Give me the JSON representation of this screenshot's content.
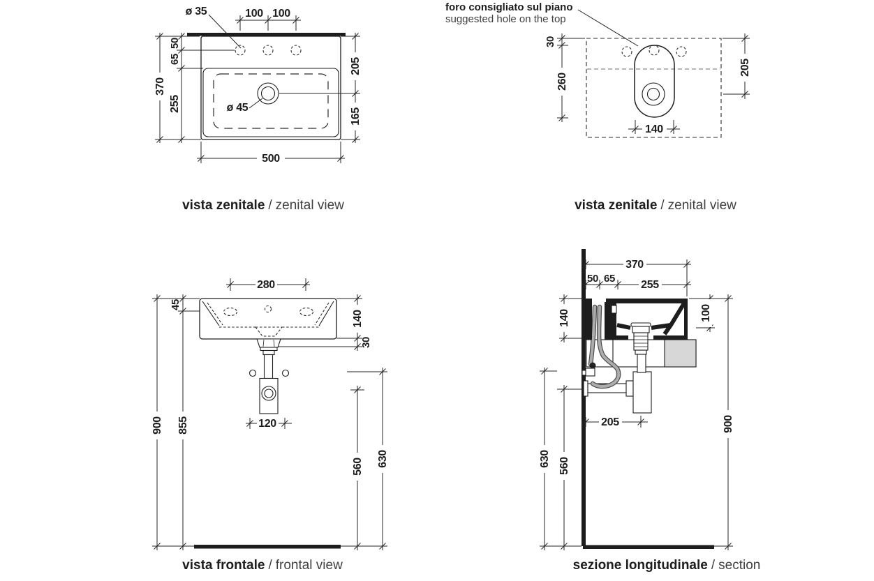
{
  "views": {
    "zenital_left": {
      "title_main": "vista zenitale",
      "title_divider": "/",
      "title_sub": "zenital view",
      "dims": {
        "faucet_hole_diameter": "ø 35",
        "hole_spacing_left": "100",
        "hole_spacing_right": "100",
        "total_depth": "370",
        "seg_top": "50",
        "seg_mid": "65",
        "seg_bowl": "255",
        "top_to_drain": "205",
        "drain_to_front": "165",
        "total_width": "500",
        "drain_diameter": "ø 45"
      }
    },
    "zenital_right": {
      "note_line1": "foro consigliato sul piano",
      "note_line2": "suggested hole on the top",
      "title_main": "vista zenitale",
      "title_divider": "/",
      "title_sub": "zenital view",
      "dims": {
        "hole_top_offset": "30",
        "hole_length": "260",
        "top_to_drain": "205",
        "hole_width": "140"
      }
    },
    "frontal": {
      "title_main": "vista frontale",
      "title_divider": "/",
      "title_sub": "frontal view",
      "dims": {
        "fixing_spacing": "280",
        "rim_height": "45",
        "basin_height": "140",
        "drain_joint_height": "30",
        "total_height": "900",
        "underside_height": "855",
        "trap_plate_width": "120",
        "outlet_height": "630",
        "trap_height": "560"
      }
    },
    "section": {
      "title_main": "sezione longitudinale",
      "title_divider": "/",
      "title_sub": "section",
      "dims": {
        "total_depth": "370",
        "seg_wall": "50",
        "seg_channel": "65",
        "seg_bowl": "255",
        "basin_height": "140",
        "front_lip_height": "100",
        "total_height": "900",
        "outlet_height": "630",
        "pipe_height": "560",
        "drain_distance": "205"
      }
    }
  },
  "colors": {
    "ink": "#1d1d1d",
    "hose": "#adadad",
    "slab": "#d7d7d7",
    "background": "#ffffff"
  }
}
